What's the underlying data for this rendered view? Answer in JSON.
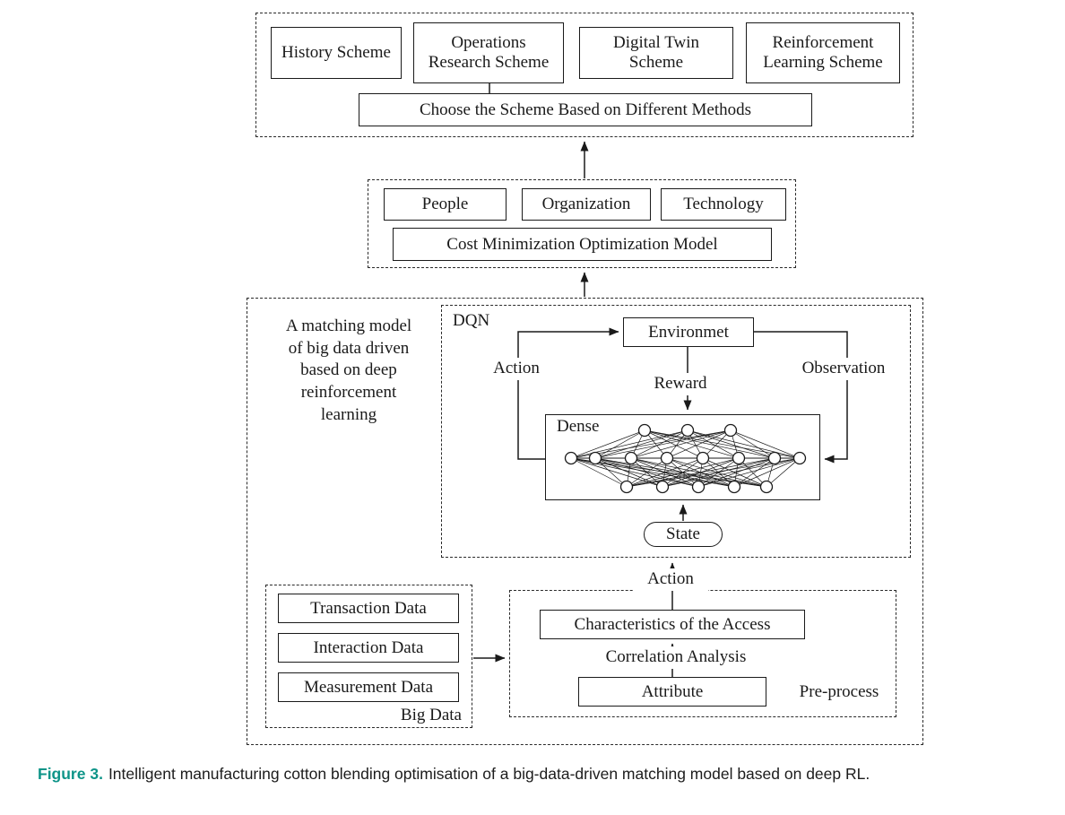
{
  "scheme_section": {
    "boxes": [
      "History Scheme",
      "Operations Research Scheme",
      "Digital Twin Scheme",
      "Reinforcement Learning Scheme"
    ],
    "choose_label": "Choose the Scheme Based on Different Methods"
  },
  "optimization_section": {
    "boxes": [
      "People",
      "Organization",
      "Technology"
    ],
    "model_label": "Cost Minimization Optimization Model"
  },
  "matching_model_section": {
    "side_label": "A matching model\nof  big data driven\nbased on deep\nreinforcement\nlearning",
    "dqn": {
      "title": "DQN",
      "environment": "Environmet",
      "action": "Action",
      "reward": "Reward",
      "observation": "Observation",
      "dense": "Dense",
      "state": "State"
    }
  },
  "big_data_section": {
    "boxes": [
      "Transaction Data",
      "Interaction Data",
      "Measurement Data"
    ],
    "group_label": "Big Data"
  },
  "preprocess_section": {
    "action_label": "Action",
    "characteristics": "Characteristics of the Access",
    "correlation": "Correlation Analysis",
    "attribute": "Attribute",
    "group_label": "Pre-process"
  },
  "caption": {
    "label": "Figure 3.",
    "text": "Intelligent manufacturing cotton blending optimisation of a big-data-driven matching model based on deep RL."
  },
  "colors": {
    "figure_label": "#0e9488",
    "ink": "#1a1a1a"
  }
}
